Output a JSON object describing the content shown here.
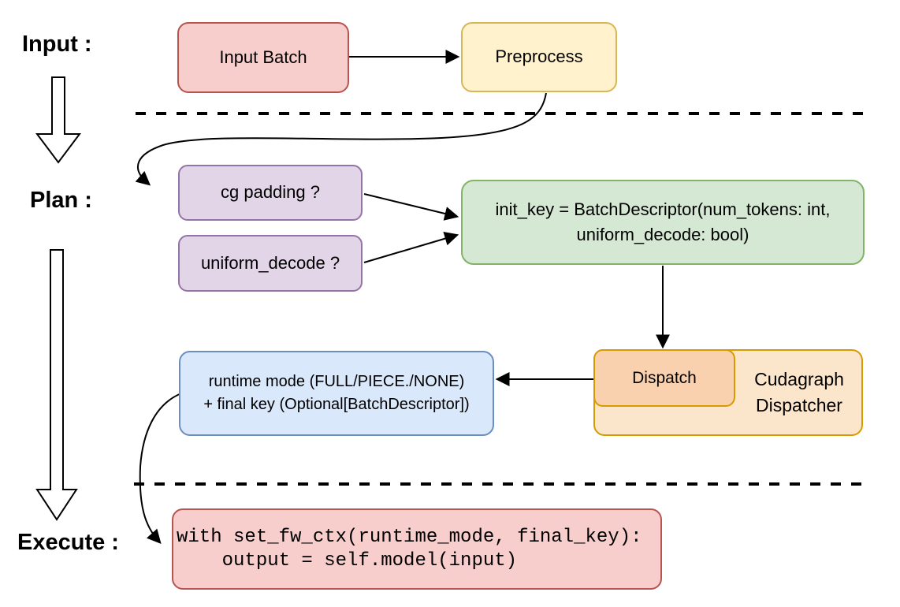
{
  "diagram": {
    "title": "cudagraph dispatch flow",
    "section_labels": {
      "input": "Input :",
      "plan": "Plan :",
      "execute": "Execute :"
    },
    "nodes": {
      "input_batch": "Input Batch",
      "preprocess": "Preprocess",
      "cg_padding": "cg padding ?",
      "uniform_decode": "uniform_decode ?",
      "init_key_line1": "init_key = BatchDescriptor(num_tokens: int,",
      "init_key_line2": "uniform_decode: bool)",
      "dispatch": "Dispatch",
      "dispatcher_line1": "Cudagraph",
      "dispatcher_line2": "Dispatcher",
      "runtime_line1": "runtime mode (FULL/PIECE./NONE)",
      "runtime_line2": "+ final key (Optional[BatchDescriptor])",
      "code_line1": "with set_fw_ctx(runtime_mode, final_key):",
      "code_line2": "    output = self.model(input)"
    },
    "colors": {
      "red_fill": "#F8CECC",
      "red_stroke": "#B85450",
      "yellow_fill": "#FFF2CC",
      "yellow_stroke": "#D6B656",
      "purple_fill": "#E1D5E7",
      "purple_stroke": "#9673A6",
      "green_fill": "#D5E8D4",
      "green_stroke": "#82B366",
      "orange_fill": "#FCE6CB",
      "orange_inner_fill": "#FAD1AF",
      "orange_stroke": "#D79B00",
      "blue_fill": "#DAE8FC",
      "blue_stroke": "#6C8EBF",
      "connector": "#000000"
    }
  }
}
